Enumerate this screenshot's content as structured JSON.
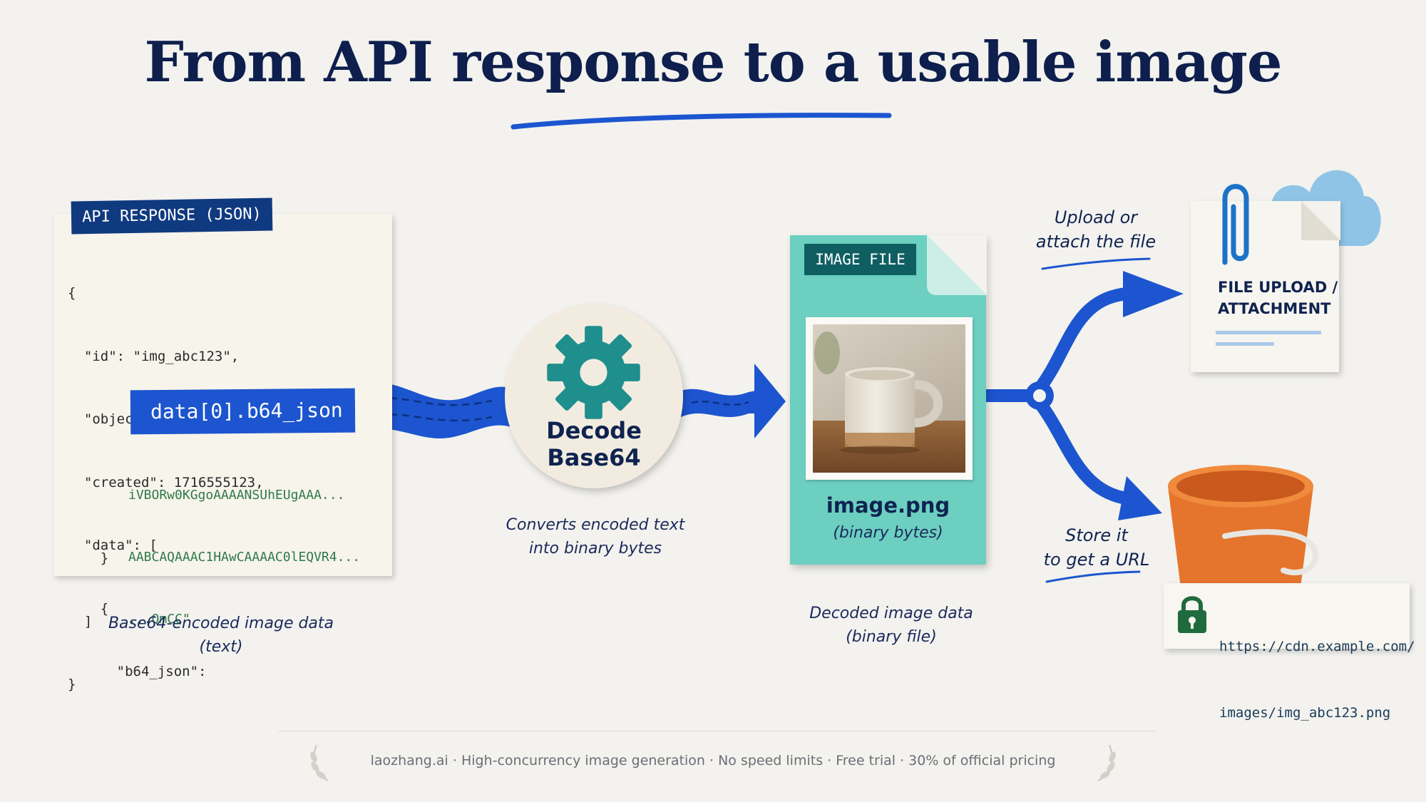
{
  "title": "From API response to a usable image",
  "json_panel": {
    "tag": "API RESPONSE (JSON)",
    "lines": [
      "{",
      "  \"id\": \"img_abc123\",",
      "  \"object\": \"image\",",
      "  \"created\": 1716555123,",
      "  \"data\": [",
      "    {",
      "      \"b64_json\":"
    ],
    "highlight": "data[0].b64_json",
    "b64_values": [
      "iVBORw0KGgoAAAANSUhEUgAAA...",
      "AABCAQAAAC1HAwCAAAAC0lEQVR4...",
      "...QmCC\""
    ],
    "closing": [
      "    }",
      "  ]",
      "}"
    ],
    "caption_line1": "Base64-encoded image data",
    "caption_line2": "(text)"
  },
  "decode": {
    "icon": "gear-icon",
    "label_line1": "Decode",
    "label_line2": "Base64",
    "caption_line1": "Converts encoded text",
    "caption_line2": "into binary bytes"
  },
  "image_file": {
    "tag": "IMAGE FILE",
    "filename": "image.png",
    "subtitle": "(binary bytes)",
    "caption_line1": "Decoded image data",
    "caption_line2": "(binary file)"
  },
  "upload_branch": {
    "label_line1": "Upload or",
    "label_line2": "attach the file",
    "card_line1": "FILE UPLOAD /",
    "card_line2": "ATTACHMENT",
    "icons": [
      "paperclip-icon",
      "cloud-icon"
    ]
  },
  "store_branch": {
    "label_line1": "Store it",
    "label_line2": "to get a URL",
    "url_line1": "https://cdn.example.com/",
    "url_line2": "images/img_abc123.png",
    "icons": [
      "bucket-icon",
      "lock-icon"
    ]
  },
  "footer": "laozhang.ai  ·  High-concurrency image generation  ·  No speed limits  ·  Free trial  ·  30% of official pricing",
  "colors": {
    "navy": "#0e1f4d",
    "accent_blue": "#1c55cf",
    "teal_card": "#6ccfc0",
    "teal_dark": "#0f5f62",
    "bucket_orange": "#e5742d",
    "lock_green": "#1f6b3e",
    "cloud_blue": "#8fc4e6"
  }
}
